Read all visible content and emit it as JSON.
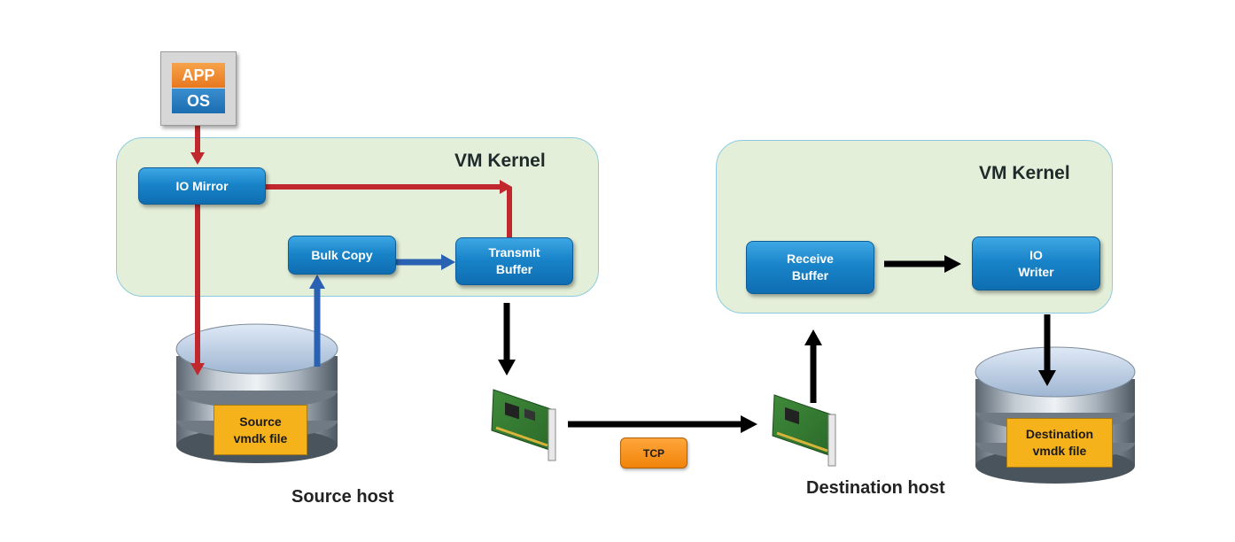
{
  "app_os": {
    "app": "APP",
    "os": "OS"
  },
  "source": {
    "kernel_title": "VM Kernel",
    "io_mirror": "IO Mirror",
    "bulk_copy": "Bulk Copy",
    "transmit_buffer": "Transmit\nBuffer",
    "file_label": "Source\nvmdk file",
    "host_label": "Source host"
  },
  "network": {
    "protocol": "TCP"
  },
  "destination": {
    "kernel_title": "VM Kernel",
    "receive_buffer": "Receive\nBuffer",
    "io_writer": "IO\nWriter",
    "file_label": "Destination\nvmdk file",
    "host_label": "Destination host"
  },
  "colors": {
    "io_path": "#c0282d",
    "copy_path": "#2a62b3",
    "data_path": "#000000",
    "kernel_fill": "#e3efd8",
    "box_blue": "#1984c9",
    "label_orange": "#f6b21b"
  }
}
